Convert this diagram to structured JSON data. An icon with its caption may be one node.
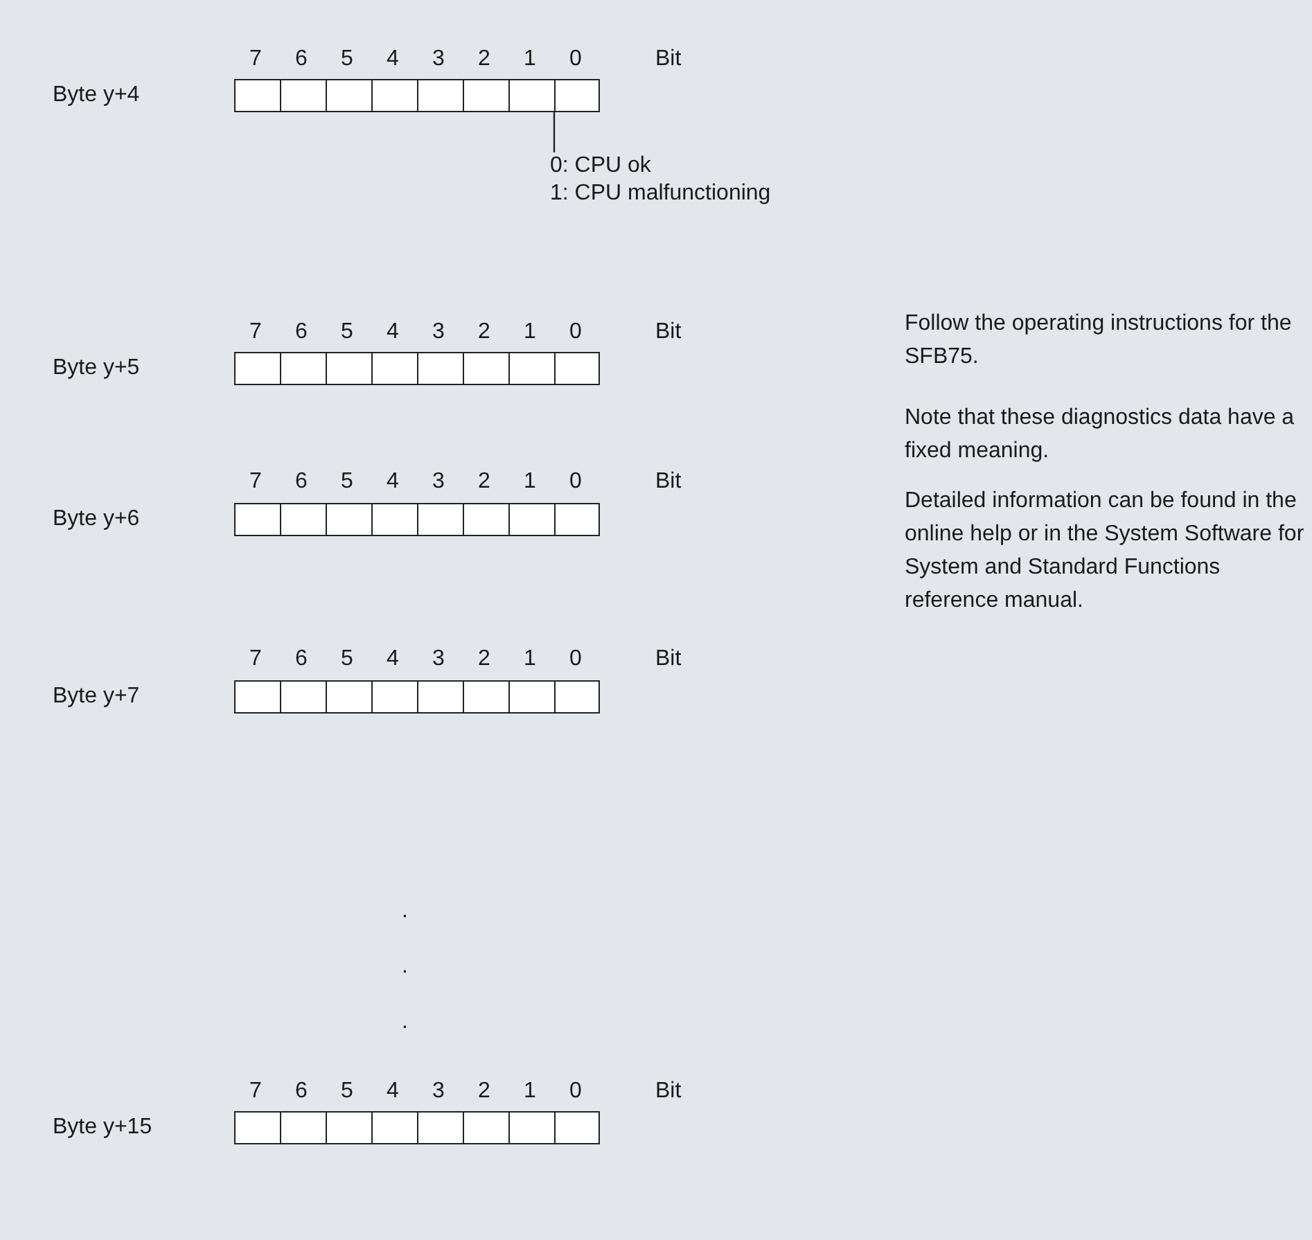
{
  "diagram": {
    "nodes": [
      {
        "text": [
          "0: CPU ok",
          "1: CPU malfunctioning"
        ]
      },
      {
        "text": [],
        "shape": "box"
      }
    ],
    "edges": [
      {
        "from": 0,
        "to": 1,
        "arrow": "none"
      }
    ],
    "labels": [
      "7",
      "6",
      "5",
      "4",
      "3",
      "2",
      "1",
      "0",
      "Bit",
      "Byte y+4",
      "7",
      "6",
      "5",
      "4",
      "3",
      "2",
      "1",
      "0",
      "Bit",
      "Byte y+5",
      "7",
      "6",
      "5",
      "4",
      "3",
      "2",
      "1",
      "0",
      "Bit",
      "Byte y+6",
      "7",
      "6",
      "5",
      "4",
      "3",
      "2",
      "1",
      "0",
      "Bit",
      "Byte y+7",
      ".",
      ".",
      ".",
      "7",
      "6",
      "5",
      "4",
      "3",
      "2",
      "1",
      "0",
      "Bit",
      "Byte y+15",
      "Follow the operating instructions for the SFB75.",
      "Note that these diagnostics data have a fixed meaning.",
      "Detailed information can be found in the online help or in the System Software for System and Standard Functions reference manual."
    ]
  }
}
